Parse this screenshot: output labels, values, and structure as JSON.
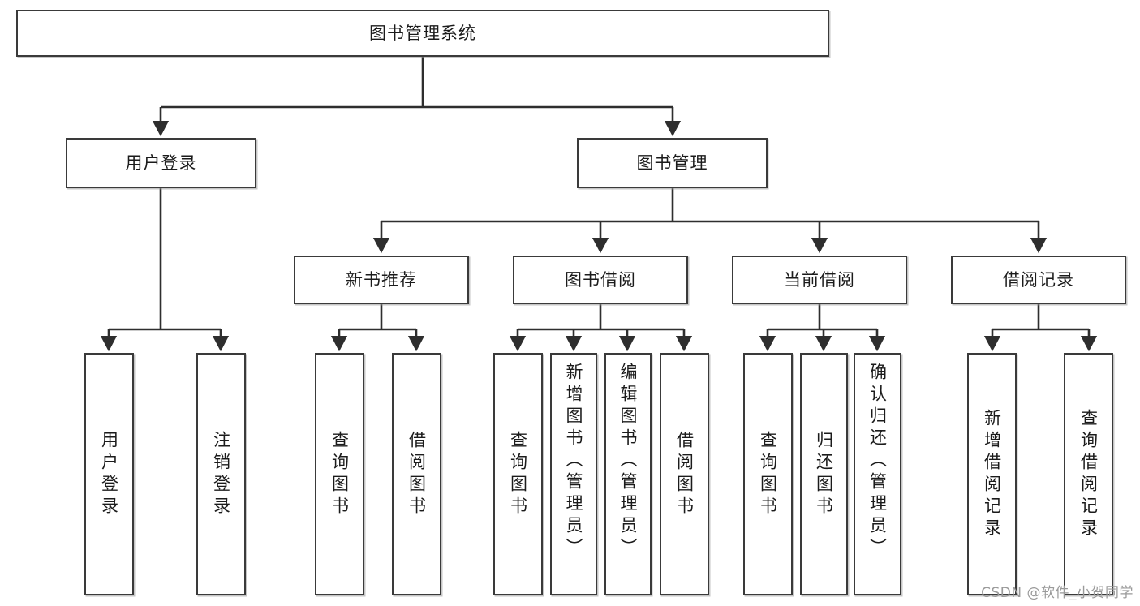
{
  "diagram": {
    "title": "图书管理系统",
    "watermark": "CSDN @软件_小贺同学",
    "stroke_color": "#3a3a3a",
    "fill_color": "#ffffff",
    "text_color": "#1b1b1b",
    "watermark_color": "#9a9a9a"
  },
  "root": {
    "label": "图书管理系统"
  },
  "level2": [
    {
      "label": "用户登录"
    },
    {
      "label": "图书管理"
    }
  ],
  "level3": [
    {
      "label": "新书推荐"
    },
    {
      "label": "图书借阅"
    },
    {
      "label": "当前借阅"
    },
    {
      "label": "借阅记录"
    }
  ],
  "leaves": {
    "user_login": [
      {
        "label": "用户登录"
      },
      {
        "label": "注销登录"
      }
    ],
    "new_book": [
      {
        "label": "查询图书"
      },
      {
        "label": "借阅图书"
      }
    ],
    "book_borrow": [
      {
        "label": "查询图书"
      },
      {
        "label": "新增图书（管理员）"
      },
      {
        "label": "编辑图书（管理员）"
      },
      {
        "label": "借阅图书"
      }
    ],
    "current_borrow": [
      {
        "label": "查询图书"
      },
      {
        "label": "归还图书"
      },
      {
        "label": "确认归还（管理员）"
      }
    ],
    "borrow_record": [
      {
        "label": "新增借阅记录"
      },
      {
        "label": "查询借阅记录"
      }
    ]
  },
  "edges": {
    "root_to_level2": [
      "用户登录",
      "图书管理"
    ],
    "book_mgmt_to_level3": [
      "新书推荐",
      "图书借阅",
      "当前借阅",
      "借阅记录"
    ],
    "user_login_to_leaves": [
      "用户登录",
      "注销登录"
    ],
    "new_book_to_leaves": [
      "查询图书",
      "借阅图书"
    ],
    "book_borrow_to_leaves": [
      "查询图书",
      "新增图书（管理员）",
      "编辑图书（管理员）",
      "借阅图书"
    ],
    "current_borrow_to_leaves": [
      "查询图书",
      "归还图书",
      "确认归还（管理员）"
    ],
    "borrow_record_to_leaves": [
      "新增借阅记录",
      "查询借阅记录"
    ]
  }
}
